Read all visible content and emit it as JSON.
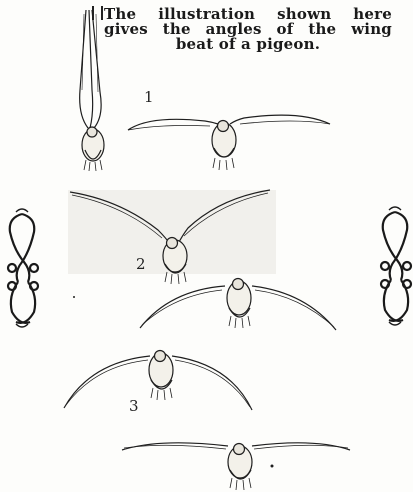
{
  "caption": {
    "line1": "The illustration shown here",
    "line2": "gives the angles of the wing",
    "line3": "beat of a pigeon."
  },
  "figures": [
    {
      "label": "1"
    },
    {
      "label": "2"
    },
    {
      "label": "3"
    }
  ],
  "colors": {
    "ink": "#1f1f1f",
    "paper": "#fdfdfb"
  }
}
